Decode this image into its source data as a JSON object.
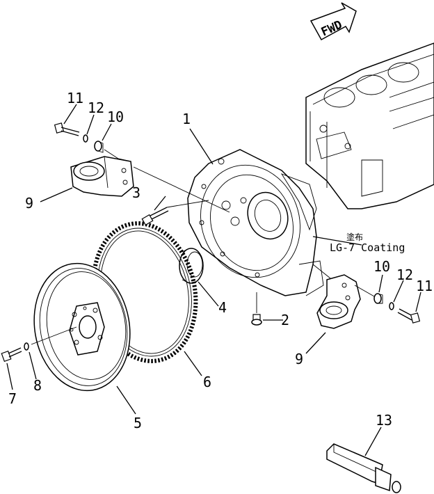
{
  "direction_indicator": {
    "label": "FWD"
  },
  "coating_note": {
    "japanese": "塗布",
    "text": "LG-7 Coating"
  },
  "callouts": {
    "c1": "1",
    "c2": "2",
    "c3": "3",
    "c4": "4",
    "c5": "5",
    "c6": "6",
    "c7": "7",
    "c8": "8",
    "c9_left": "9",
    "c9_right": "9",
    "c10_left": "10",
    "c10_right": "10",
    "c11_left": "11",
    "c11_right": "11",
    "c12_left": "12",
    "c12_right": "12",
    "c13": "13"
  }
}
